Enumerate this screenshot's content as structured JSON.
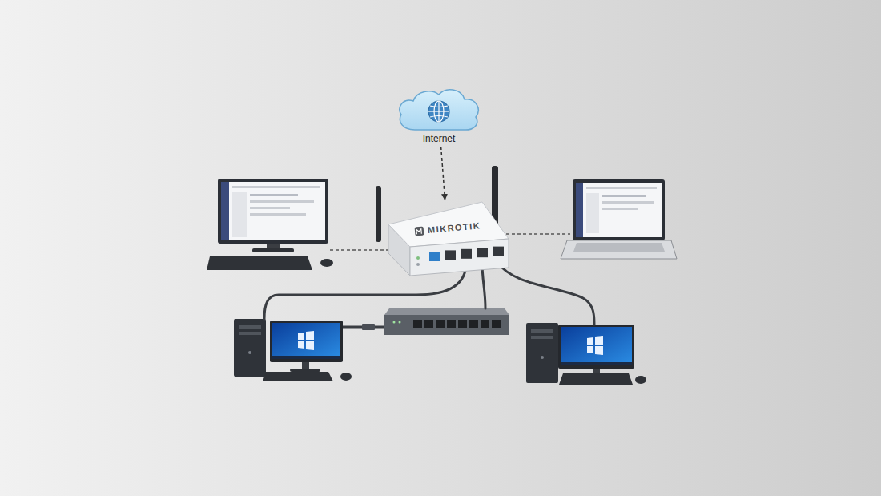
{
  "diagram": {
    "nodes": [
      {
        "text": [
          "Internet"
        ]
      },
      {
        "text": [
          "MIKROTIK"
        ]
      }
    ],
    "edges": [
      {
        "from": 0,
        "to": 1,
        "arrow": "to"
      }
    ]
  }
}
